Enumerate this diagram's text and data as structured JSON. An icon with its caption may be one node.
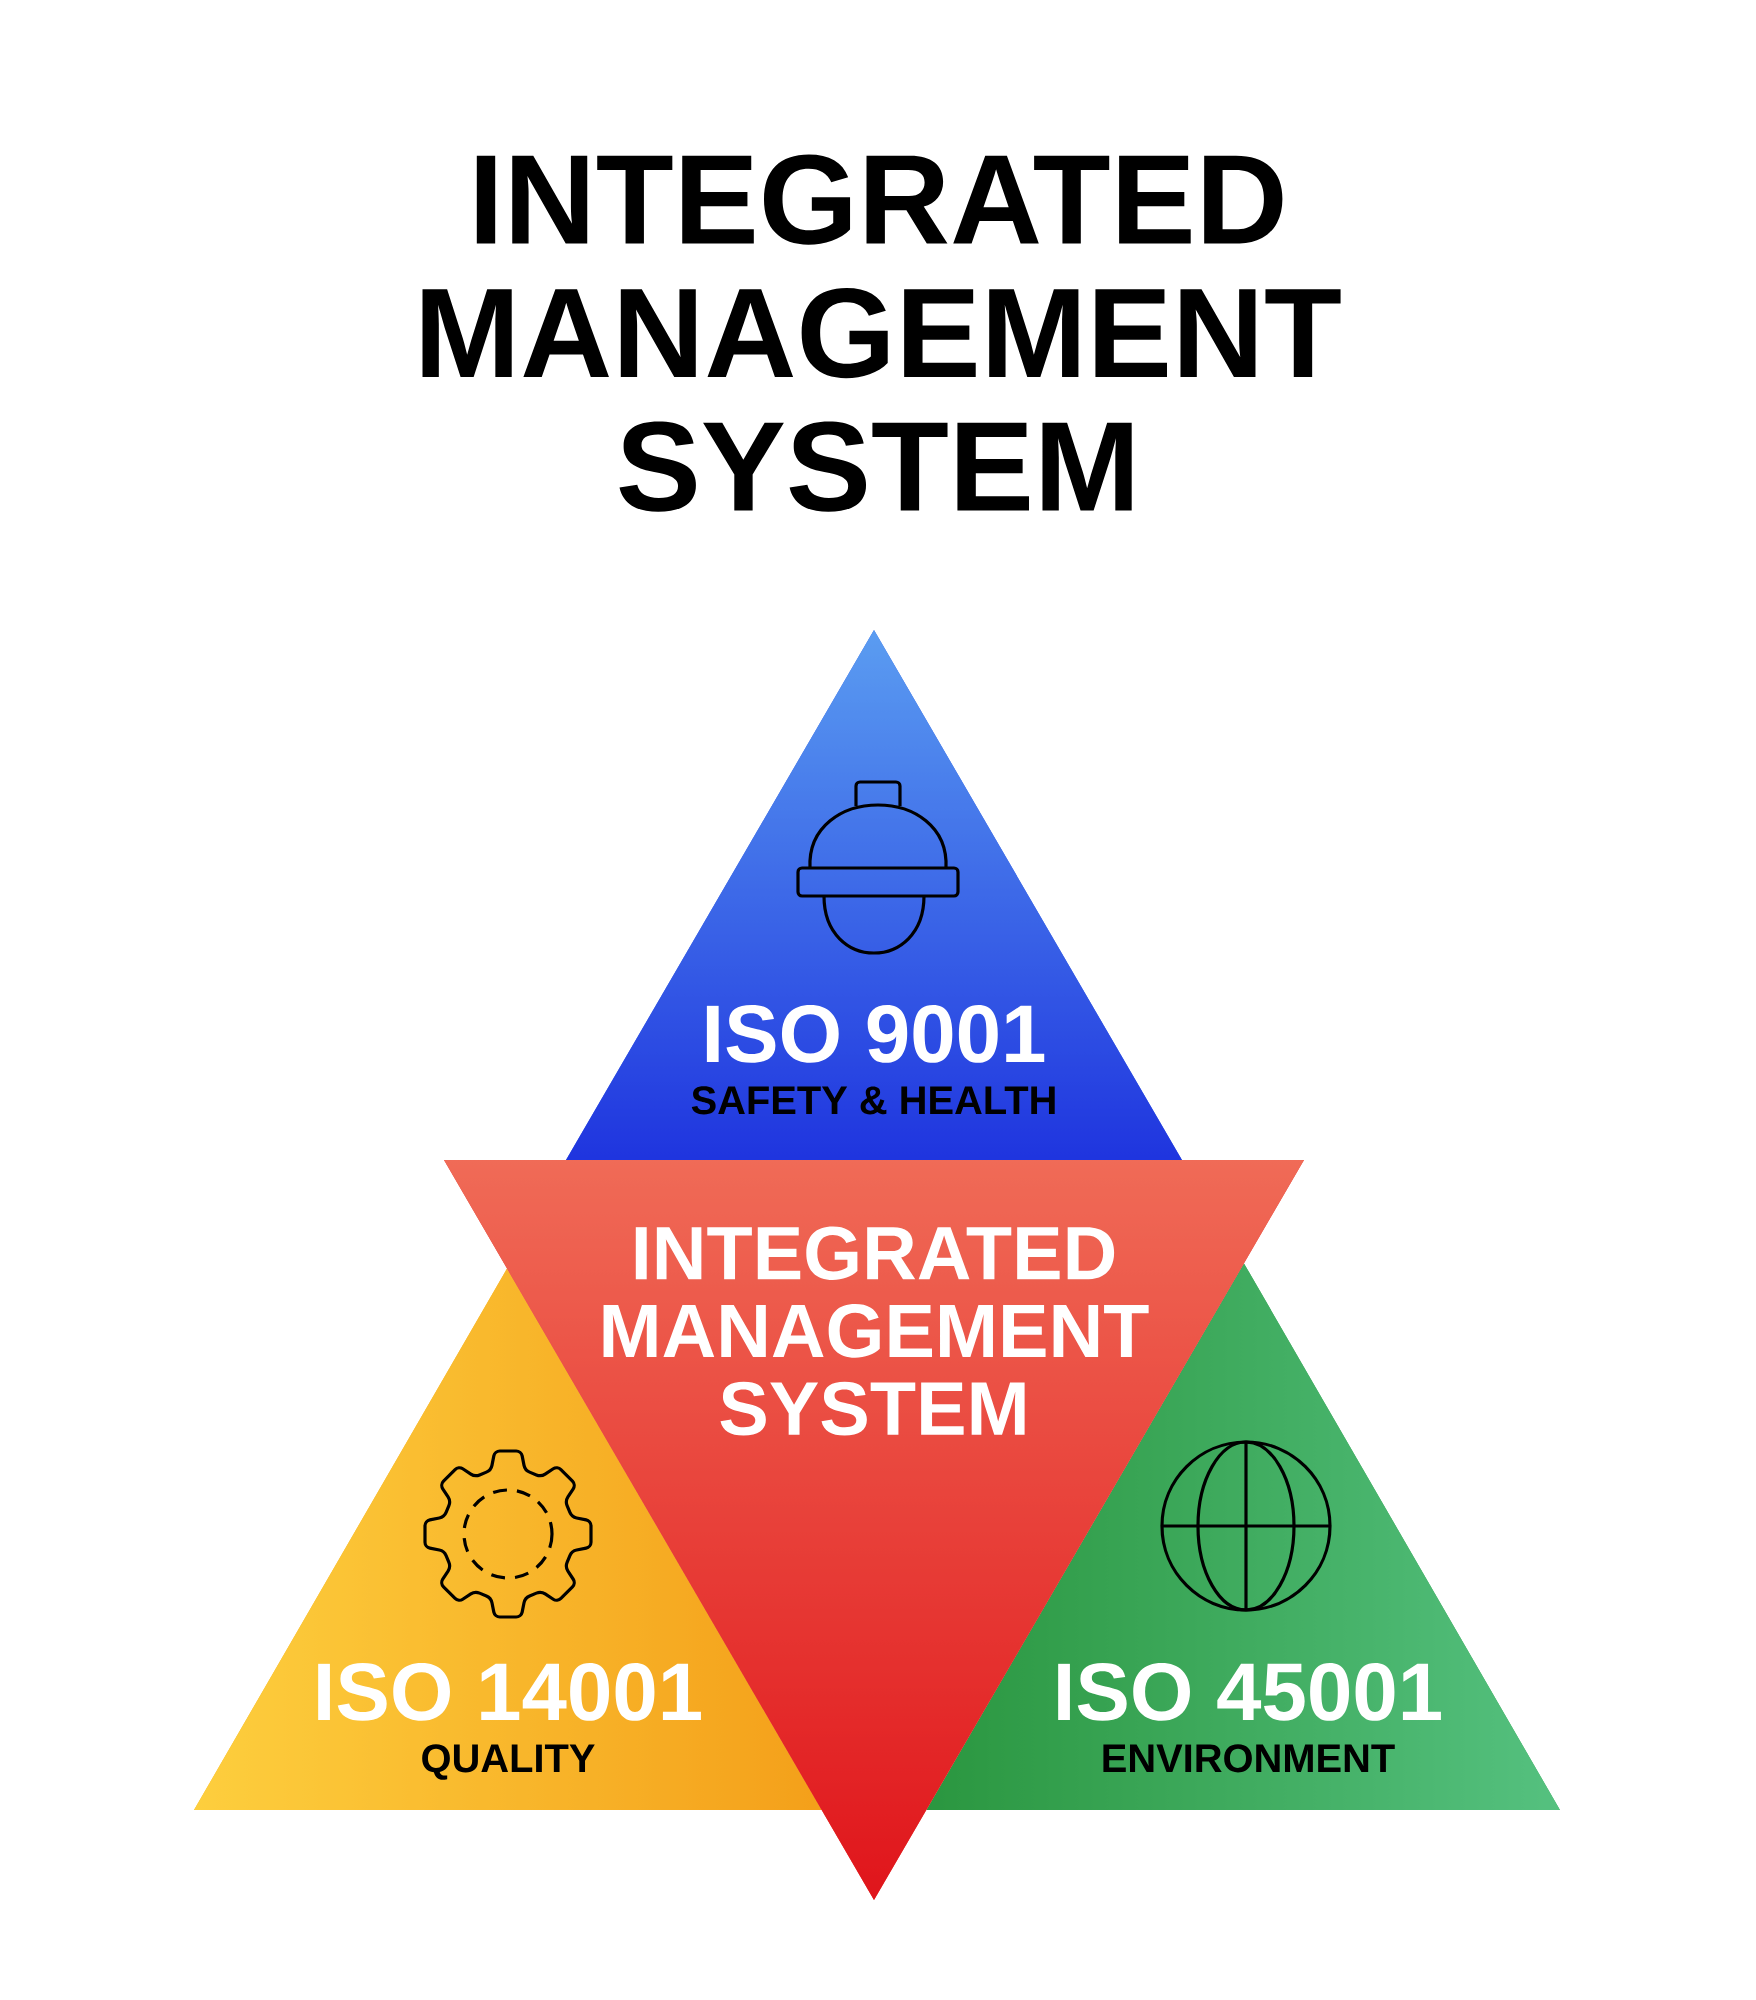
{
  "diagram": {
    "title": "INTEGRATED MANAGEMENT SYSTEM",
    "nodes": [
      {
        "text": [
          "ISO 9001",
          "SAFETY & HEALTH"
        ]
      },
      {
        "text": [
          "INTEGRATED MANAGEMENT SYSTEM"
        ]
      },
      {
        "text": [
          "ISO 14001",
          "QUALITY"
        ]
      },
      {
        "text": [
          "ISO 45001",
          "ENVIRONMENT"
        ]
      }
    ]
  }
}
